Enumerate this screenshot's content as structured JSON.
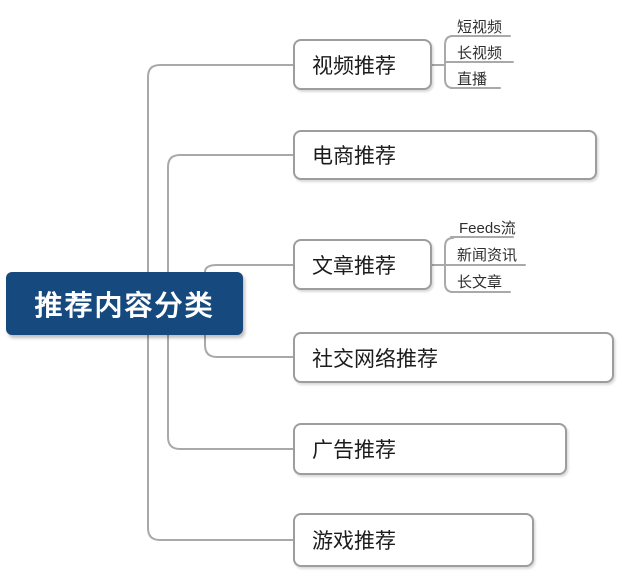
{
  "root": {
    "label": "推荐内容分类"
  },
  "branches": [
    {
      "label": "视频推荐",
      "children": [
        "短视频",
        "长视频",
        "直播"
      ]
    },
    {
      "label": "电商推荐",
      "children": []
    },
    {
      "label": "文章推荐",
      "children": [
        "Feeds流",
        "新闻资讯",
        "长文章"
      ]
    },
    {
      "label": "社交网络推荐",
      "children": []
    },
    {
      "label": "广告推荐",
      "children": []
    },
    {
      "label": "游戏推荐",
      "children": []
    }
  ],
  "colors": {
    "root_bg": "#164A7E",
    "root_text": "#FFFFFF",
    "line": "#A9A9A9",
    "box_border": "#9D9D9D",
    "box_bg": "#FFFFFF",
    "branch_text": "#1C1C1C",
    "child_text": "#2E2E2E"
  }
}
